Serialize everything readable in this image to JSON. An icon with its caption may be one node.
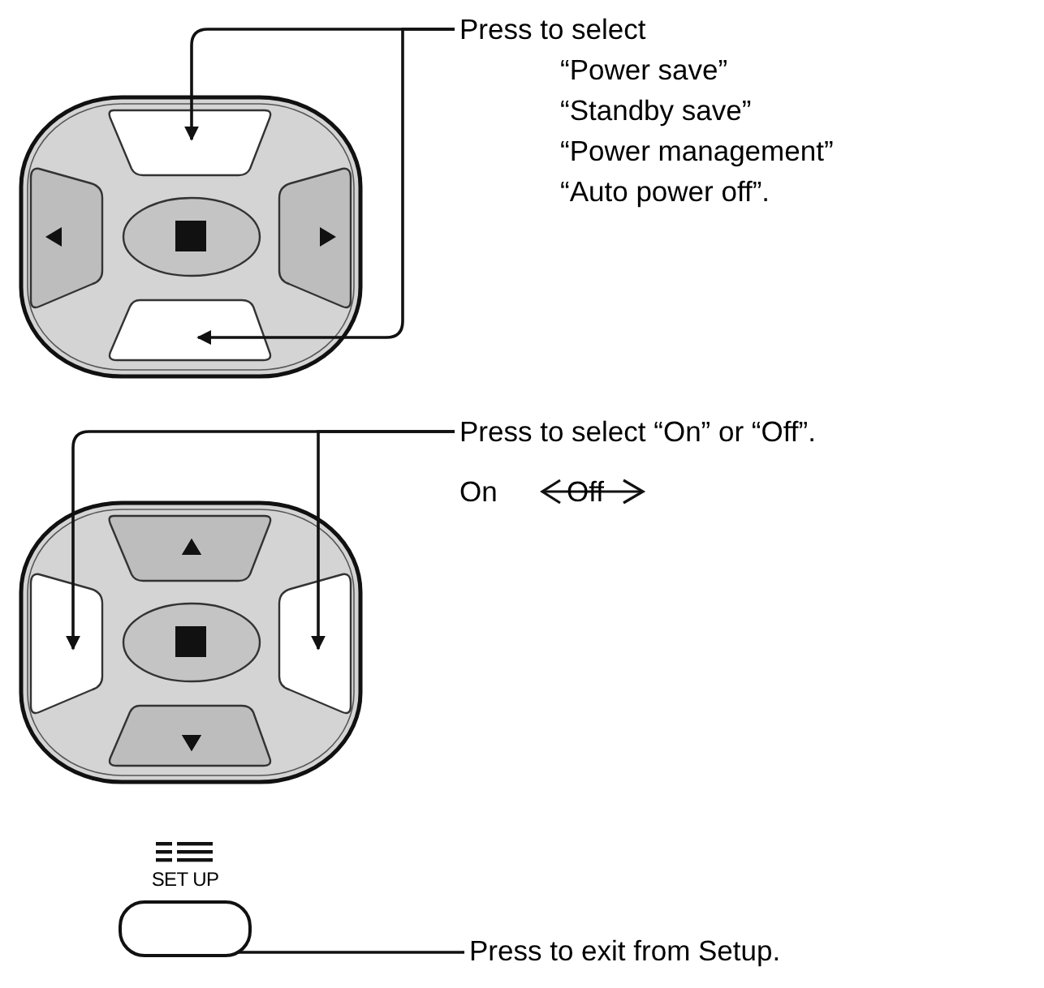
{
  "diagram": {
    "nodes": [
      {
        "text": [
          "Press to select",
          "“Power save”",
          "“Standby save”",
          "“Power management”",
          "“Auto power off”."
        ]
      },
      {
        "text": [],
        "shape": "box"
      },
      {
        "text": [],
        "shape": "box"
      },
      {
        "text": [
          "Press to select “On” or “Off”."
        ]
      },
      {
        "text": [],
        "shape": "box"
      },
      {
        "text": [],
        "shape": "box"
      },
      {
        "text": [
          "SET UP"
        ]
      },
      {
        "text": [
          "Press to exit from Setup."
        ]
      }
    ],
    "edges": [
      {
        "from": 0,
        "to": 1,
        "arrow": "to"
      },
      {
        "from": 0,
        "to": 2,
        "arrow": "to"
      },
      {
        "from": 3,
        "to": 4,
        "arrow": "to"
      },
      {
        "from": 3,
        "to": 5,
        "arrow": "to"
      },
      {
        "from": 7,
        "to": 6,
        "arrow": "none"
      }
    ],
    "labels": [
      "On",
      "Off"
    ]
  }
}
